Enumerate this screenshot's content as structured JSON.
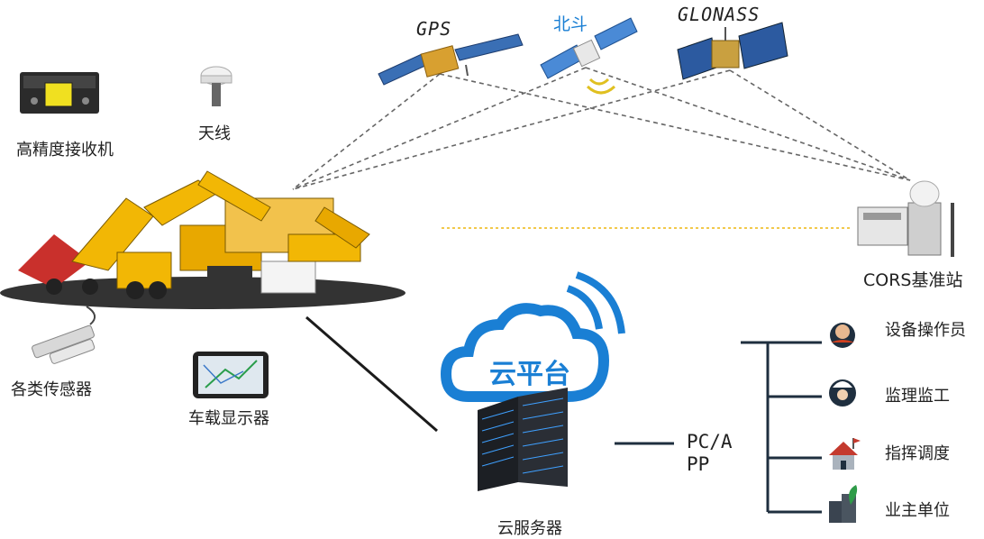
{
  "satellites": {
    "gps": "GPS",
    "beidou": "北斗",
    "glonass": "GLONASS"
  },
  "devices": {
    "receiver": "高精度接收机",
    "antenna": "天线",
    "sensors": "各类传感器",
    "display": "车载显示器"
  },
  "cors": {
    "label": "CORS基准站"
  },
  "cloud": {
    "platform": "云平台",
    "server": "云服务器"
  },
  "client": {
    "line1": "PC/A",
    "line2": "PP"
  },
  "roles": [
    {
      "label": "设备操作员",
      "icon": "operator-icon"
    },
    {
      "label": "监理监工",
      "icon": "supervisor-icon"
    },
    {
      "label": "指挥调度",
      "icon": "dispatch-house-icon"
    },
    {
      "label": "业主单位",
      "icon": "owner-building-icon"
    }
  ],
  "colors": {
    "cloud_blue": "#1a7fd4",
    "signal_dash": "#666666",
    "link_line": "#1f2f3f",
    "dotted_yellow": "#f2c94c",
    "machinery_yellow": "#f2b705"
  }
}
